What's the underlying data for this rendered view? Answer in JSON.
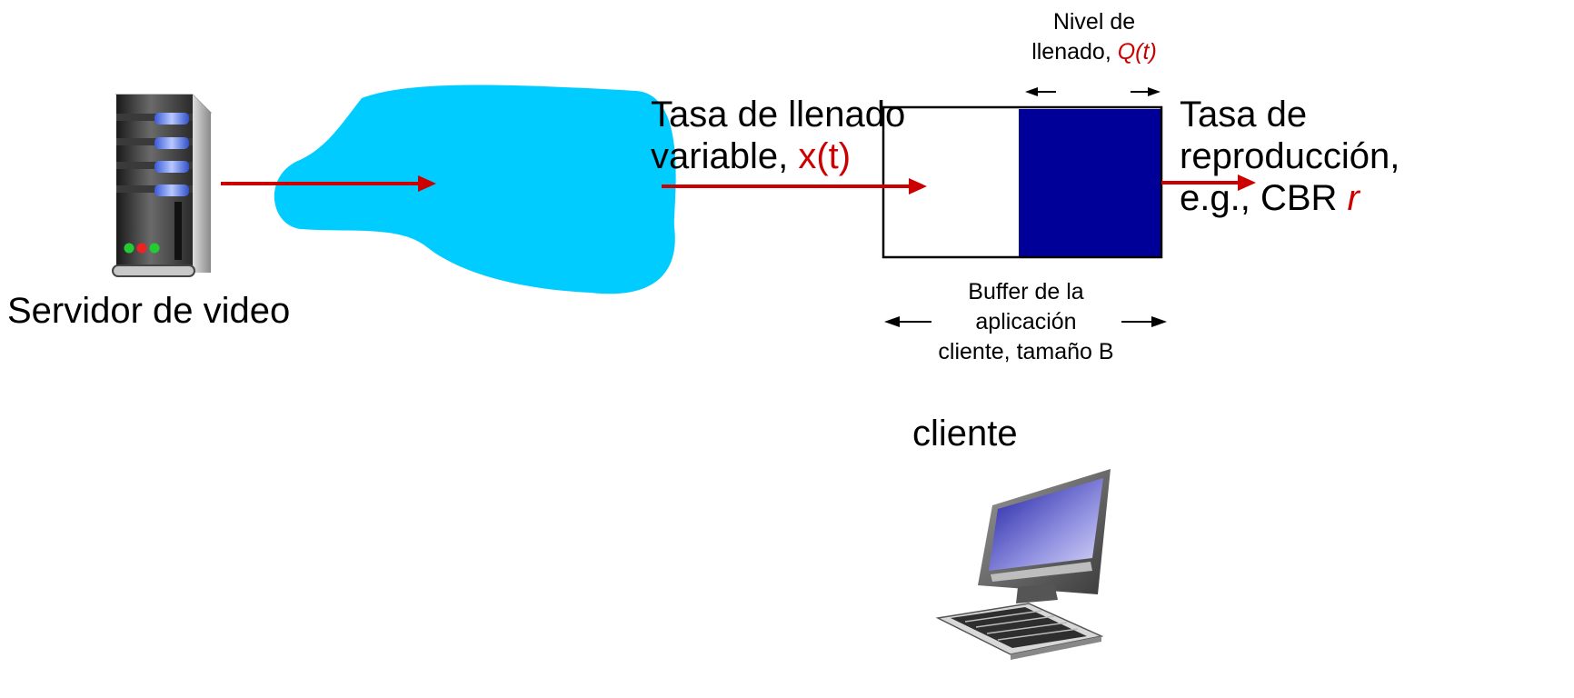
{
  "server": {
    "label": "Servidor de video",
    "icon": "server-icon"
  },
  "network": {
    "icon": "network-cloud-icon",
    "color": "#00ccff"
  },
  "fill_rate": {
    "line1": "Tasa de llenado",
    "line2_prefix": "variable, ",
    "symbol": "x(t)"
  },
  "fill_level": {
    "line1": "Nivel de",
    "line2_prefix": "llenado, ",
    "symbol": "Q(t)"
  },
  "playout": {
    "line1": "Tasa de",
    "line2": "reproducción,",
    "line3_prefix": "e.g., CBR ",
    "symbol": "r"
  },
  "buffer": {
    "line1": "Buffer de la",
    "line2": "aplicación",
    "line3": "cliente, tamaño B",
    "fill_color": "#000099"
  },
  "client": {
    "label": "cliente",
    "icon": "desktop-computer-icon"
  },
  "colors": {
    "arrow": "#cc0000",
    "highlight_text": "#cc0000",
    "cloud": "#00ccff",
    "buffer_fill": "#000099"
  }
}
